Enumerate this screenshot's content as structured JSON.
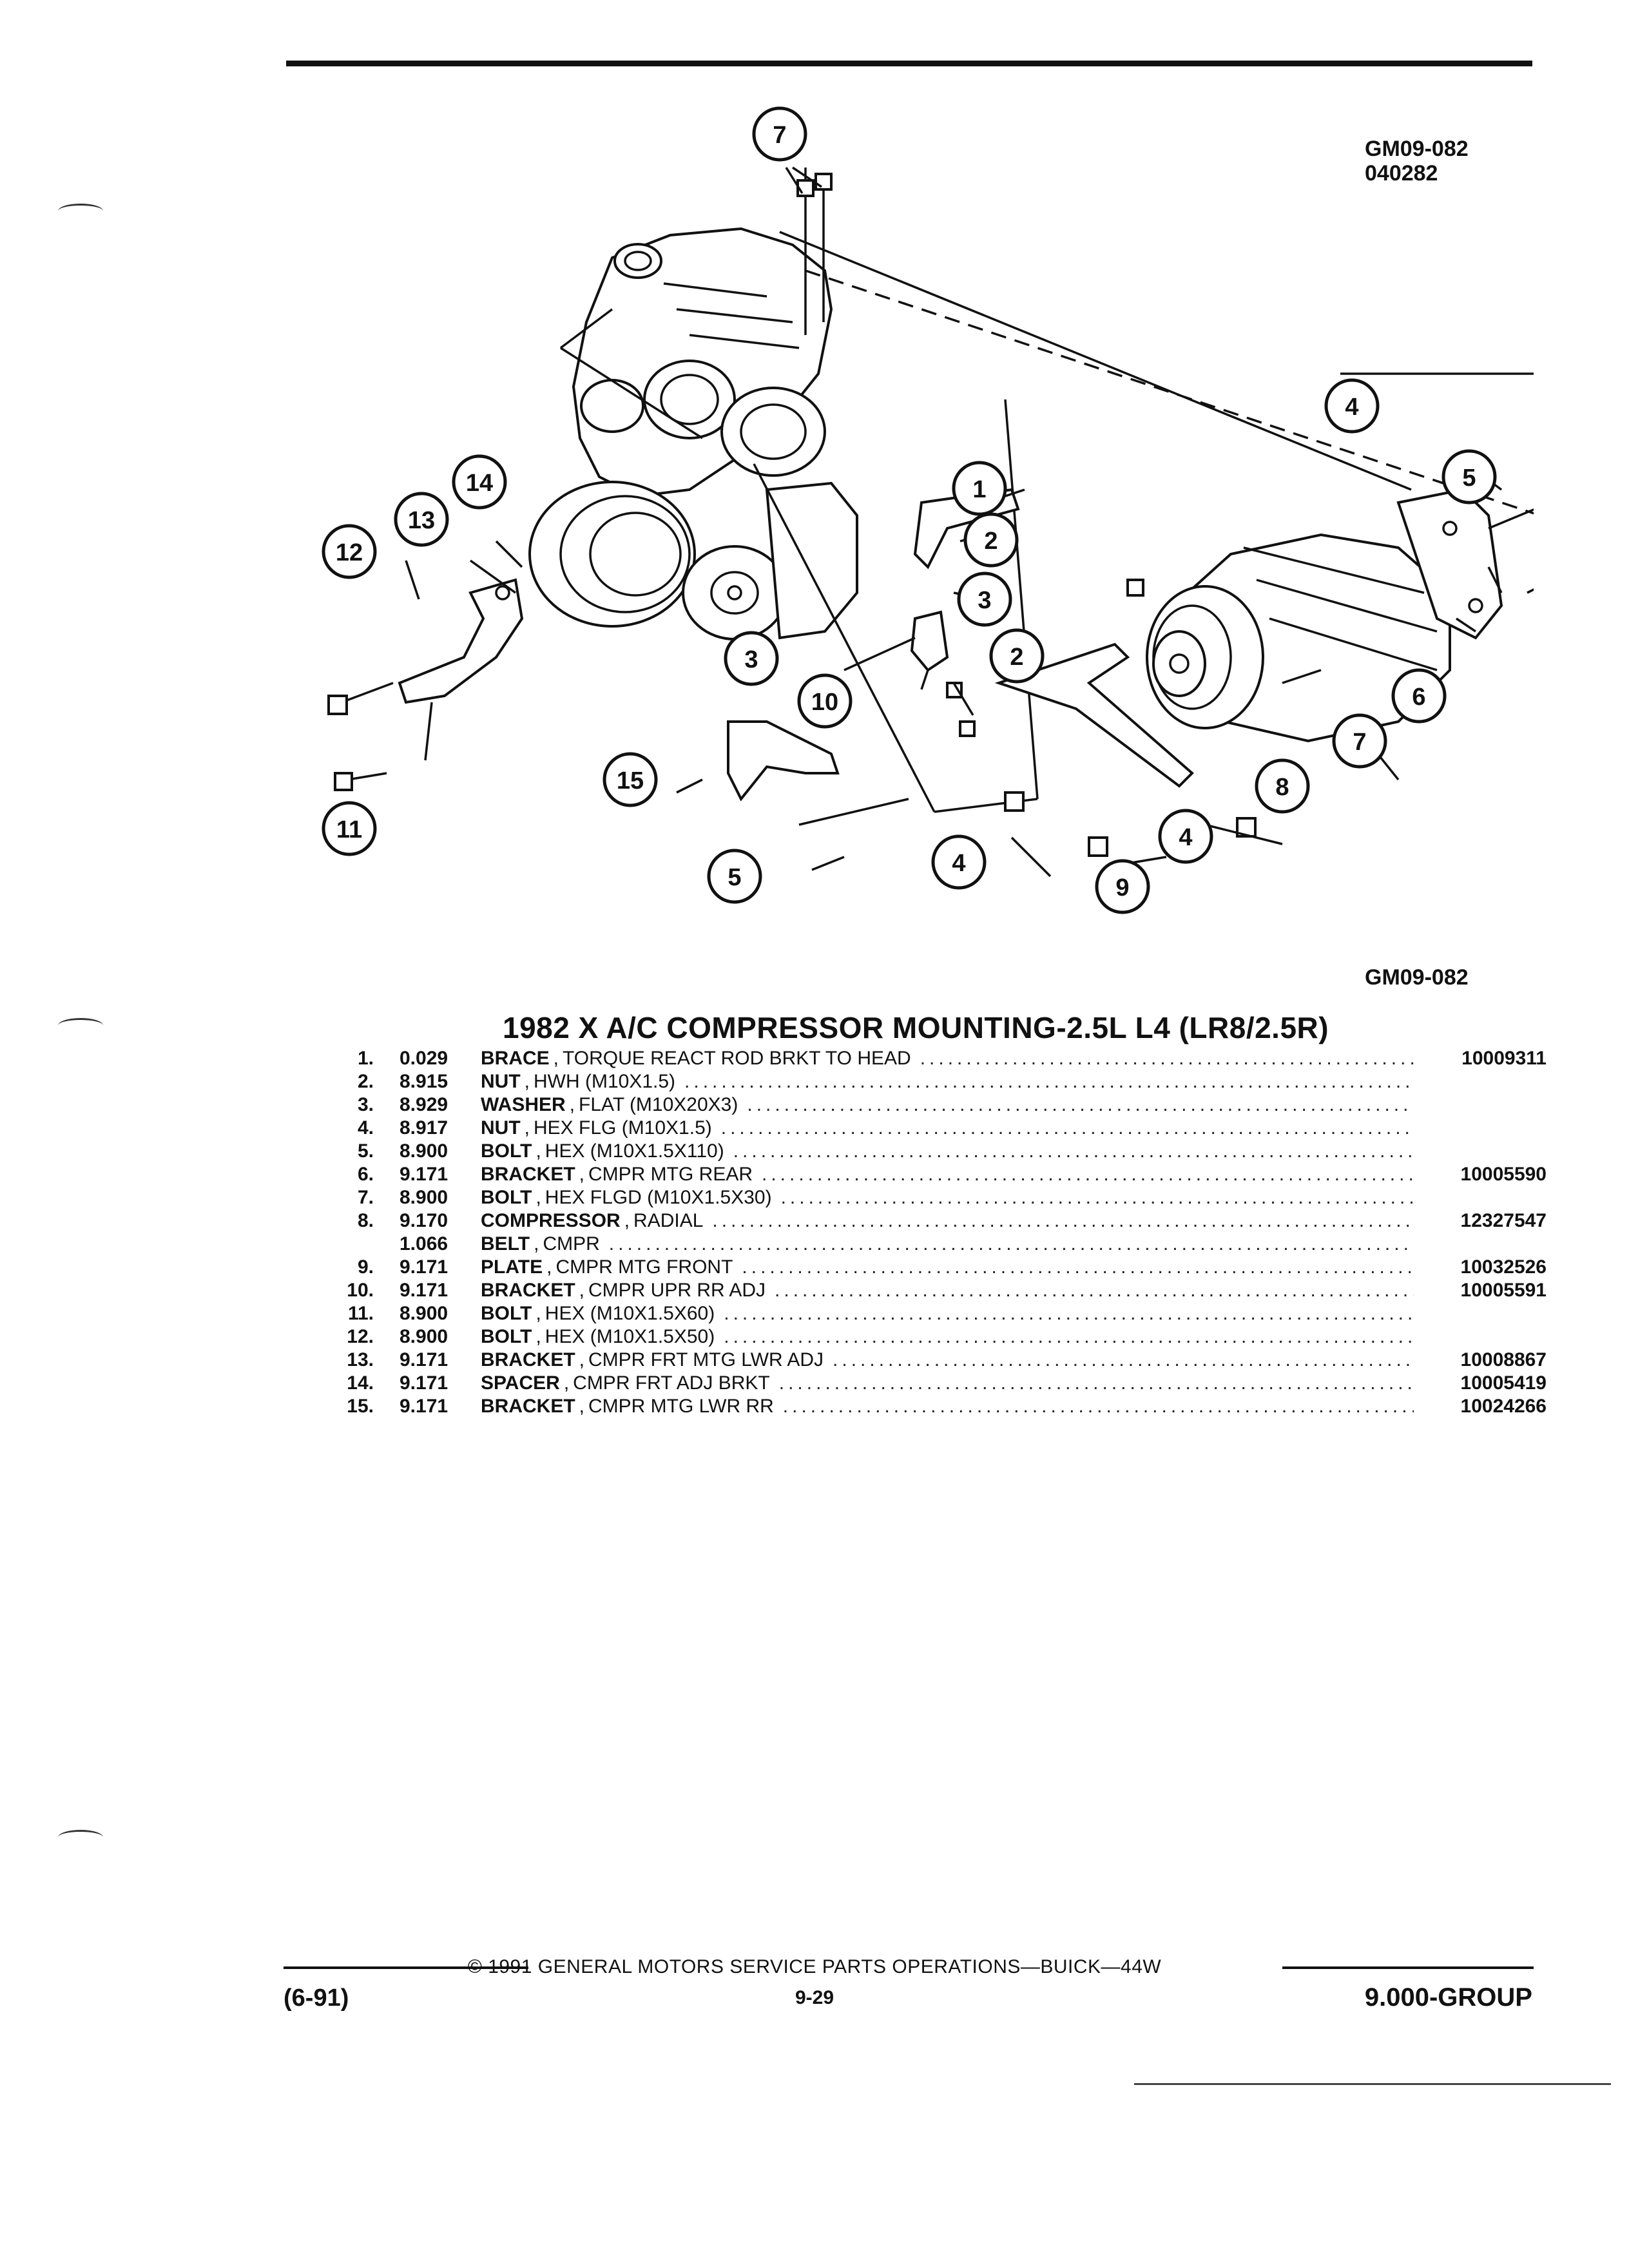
{
  "header": {
    "figure_code": "GM09-082",
    "figure_date": "040282"
  },
  "diagram": {
    "callouts": [
      "1",
      "2",
      "3",
      "4",
      "5",
      "6",
      "7",
      "8",
      "9",
      "10",
      "11",
      "12",
      "13",
      "14",
      "15"
    ],
    "bottom_code": "GM09-082"
  },
  "section": {
    "title": "1982 X A/C COMPRESSOR MOUNTING-2.5L L4 (LR8/2.5R)"
  },
  "parts": [
    {
      "num": "1.",
      "group": "0.029",
      "name": "BRACE",
      "desc": "TORQUE REACT ROD BRKT TO HEAD",
      "part_no": "10009311"
    },
    {
      "num": "2.",
      "group": "8.915",
      "name": "NUT",
      "desc": "HWH (M10X1.5)",
      "part_no": ""
    },
    {
      "num": "3.",
      "group": "8.929",
      "name": "WASHER",
      "desc": "FLAT (M10X20X3)",
      "part_no": ""
    },
    {
      "num": "4.",
      "group": "8.917",
      "name": "NUT",
      "desc": "HEX FLG (M10X1.5)",
      "part_no": ""
    },
    {
      "num": "5.",
      "group": "8.900",
      "name": "BOLT",
      "desc": "HEX (M10X1.5X110)",
      "part_no": ""
    },
    {
      "num": "6.",
      "group": "9.171",
      "name": "BRACKET",
      "desc": "CMPR MTG REAR",
      "part_no": "10005590"
    },
    {
      "num": "7.",
      "group": "8.900",
      "name": "BOLT",
      "desc": "HEX FLGD (M10X1.5X30)",
      "part_no": ""
    },
    {
      "num": "8.",
      "group": "9.170",
      "name": "COMPRESSOR",
      "desc": "RADIAL",
      "part_no": "12327547"
    },
    {
      "num": "",
      "group": "1.066",
      "name": "BELT",
      "desc": "CMPR",
      "part_no": ""
    },
    {
      "num": "9.",
      "group": "9.171",
      "name": "PLATE",
      "desc": "CMPR MTG FRONT",
      "part_no": "10032526"
    },
    {
      "num": "10.",
      "group": "9.171",
      "name": "BRACKET",
      "desc": "CMPR UPR RR ADJ",
      "part_no": "10005591"
    },
    {
      "num": "11.",
      "group": "8.900",
      "name": "BOLT",
      "desc": "HEX (M10X1.5X60)",
      "part_no": ""
    },
    {
      "num": "12.",
      "group": "8.900",
      "name": "BOLT",
      "desc": "HEX (M10X1.5X50)",
      "part_no": ""
    },
    {
      "num": "13.",
      "group": "9.171",
      "name": "BRACKET",
      "desc": "CMPR FRT MTG LWR ADJ",
      "part_no": "10008867"
    },
    {
      "num": "14.",
      "group": "9.171",
      "name": "SPACER",
      "desc": "CMPR FRT ADJ BRKT",
      "part_no": "10005419"
    },
    {
      "num": "15.",
      "group": "9.171",
      "name": "BRACKET",
      "desc": "CMPR MTG LWR RR",
      "part_no": "10024266"
    }
  ],
  "footer": {
    "copyright": "© 1991 GENERAL MOTORS SERVICE PARTS OPERATIONS—BUICK—44W",
    "date_code": "(6-91)",
    "page": "9-29",
    "group": "9.000-GROUP"
  }
}
